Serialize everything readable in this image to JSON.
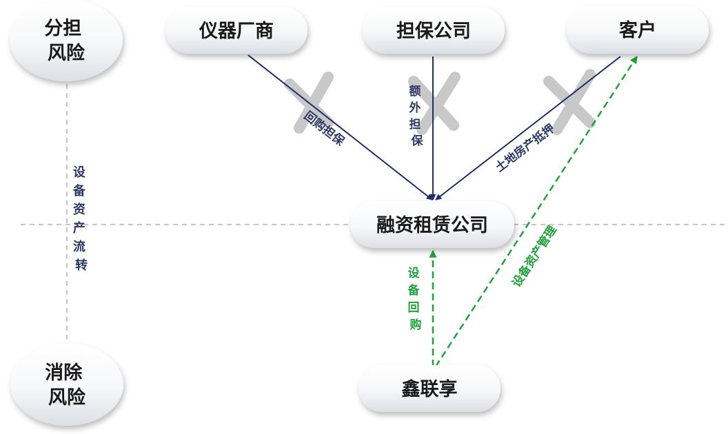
{
  "nodes": {
    "share_risk": [
      "分担",
      "风险"
    ],
    "eliminate_risk": [
      "消除",
      "风险"
    ],
    "manufacturer": "仪器厂商",
    "guarantee_company": "担保公司",
    "customer": "客户",
    "leasing_company": "融资租赁公司",
    "xinlianxiang": "鑫联享"
  },
  "edges": {
    "buyback_guarantee": "回购担保",
    "extra_guarantee": [
      "额",
      "外",
      "担",
      "保"
    ],
    "land_mortgage": "土地房产抵押",
    "equipment_buyback": [
      "设",
      "备",
      "回",
      "购"
    ],
    "asset_management": "设备资产管理"
  },
  "side": {
    "asset_circulation": [
      "设",
      "备",
      "资",
      "产",
      "流",
      "转"
    ]
  },
  "colors": {
    "blue_arrow": "#1f2d6b",
    "green_arrow": "#1fa23c",
    "cross": "#c8c8c8",
    "dashed_divider": "#b4b4b4"
  }
}
